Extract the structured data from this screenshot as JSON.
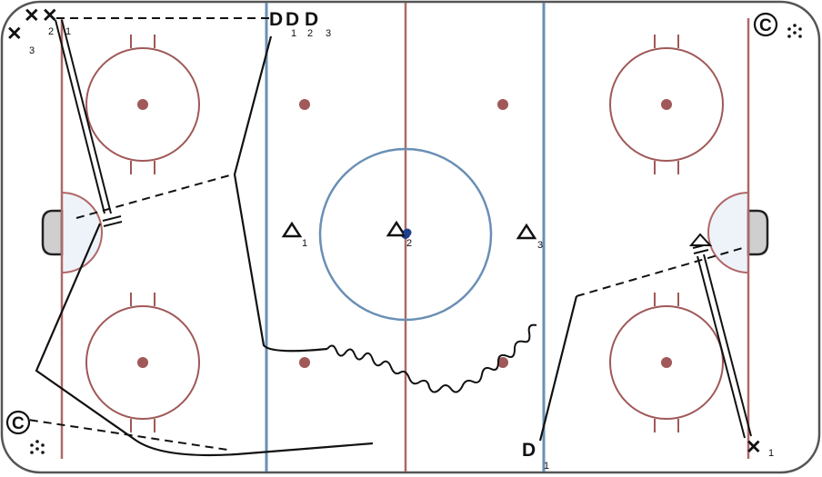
{
  "rink": {
    "board_color": "#555555",
    "red_line_color": "#b06868",
    "blue_line_color": "#6a8fb5",
    "center_circle_color": "#6a8fb5",
    "crease_fill": "#eef3f9",
    "net_fill": "#cfcfcf",
    "ice_color": "#ffffff"
  },
  "labels": {
    "forward_symbol": "✕",
    "defense_symbol": "D",
    "cone_symbol": "△",
    "coach_symbol": "C",
    "x1_num": "1",
    "x2_num": "2",
    "x3_num": "3",
    "x_right_num": "1",
    "d1_num": "1",
    "d2_num": "2",
    "d3_num": "3",
    "d_bottom_num": "1",
    "cone1_num": "1",
    "cone2_num": "2",
    "cone3_num": "3"
  },
  "puck": {
    "color": "#1f3f8f"
  }
}
